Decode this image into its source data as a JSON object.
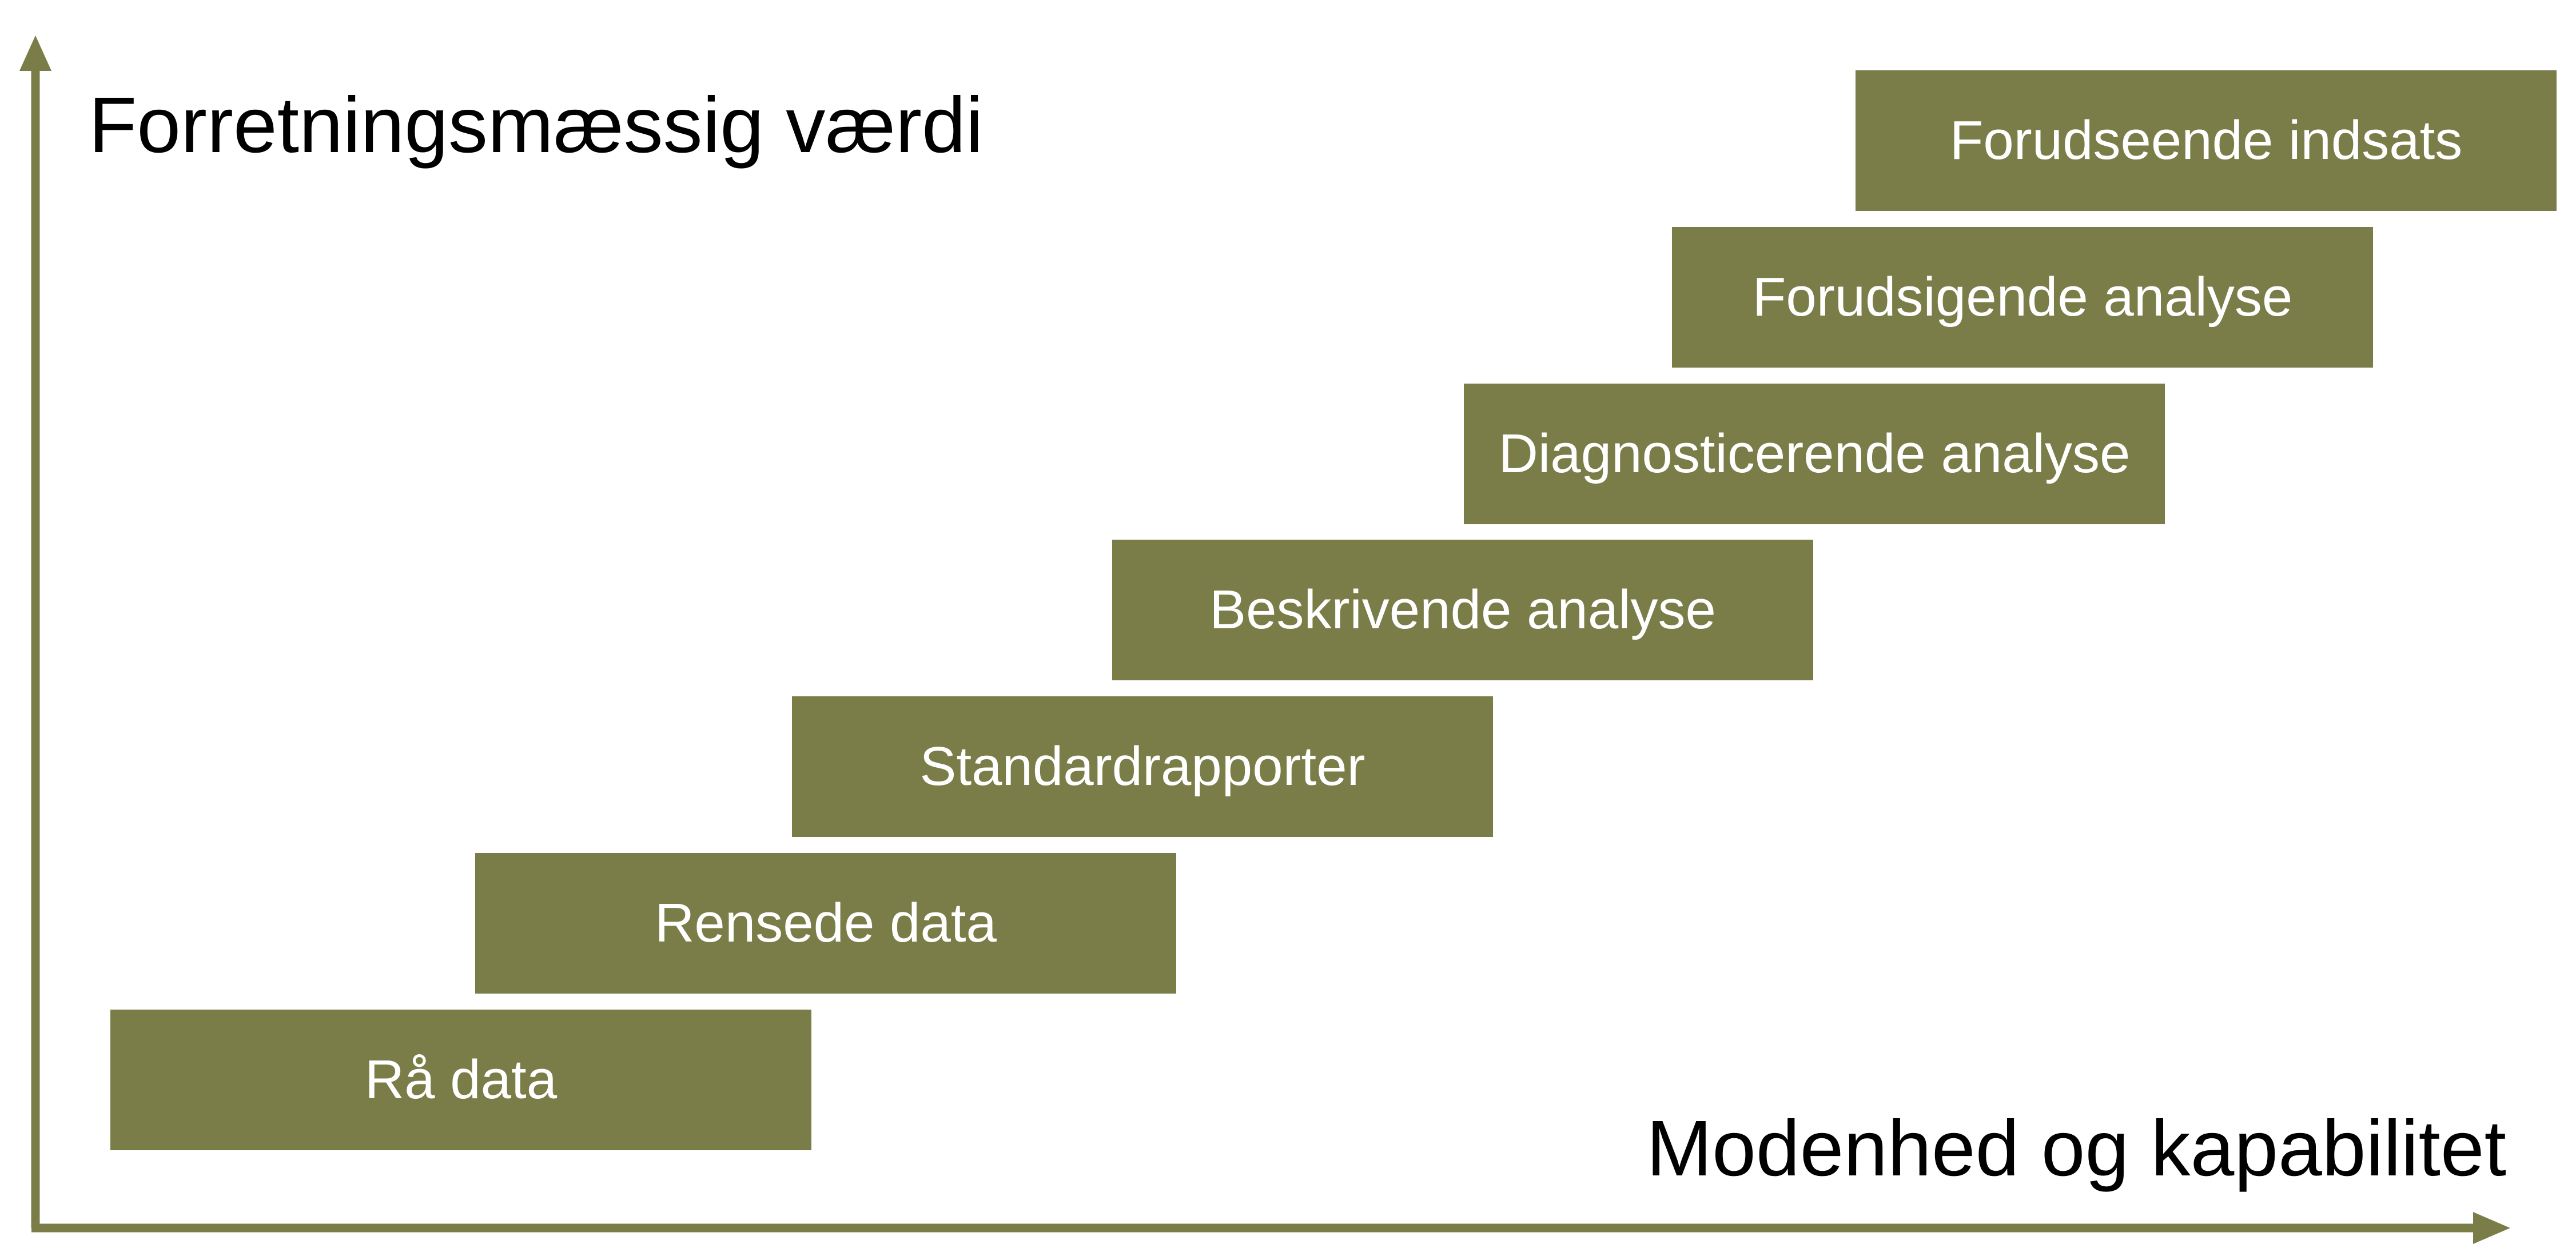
{
  "axes": {
    "y_label": "Forretningsmæssig værdi",
    "x_label": "Modenhed og kapabilitet"
  },
  "colors": {
    "stage_fill": "#7b7d48",
    "axis": "#7b7d48",
    "stage_text": "#ffffff",
    "axis_text": "#000000"
  },
  "stages": [
    {
      "label": "Rå data"
    },
    {
      "label": "Rensede data"
    },
    {
      "label": "Standardrapporter"
    },
    {
      "label": "Beskrivende analyse"
    },
    {
      "label": "Diagnosticerende analyse"
    },
    {
      "label": "Forudsigende analyse"
    },
    {
      "label": "Forudseende indsats"
    }
  ]
}
